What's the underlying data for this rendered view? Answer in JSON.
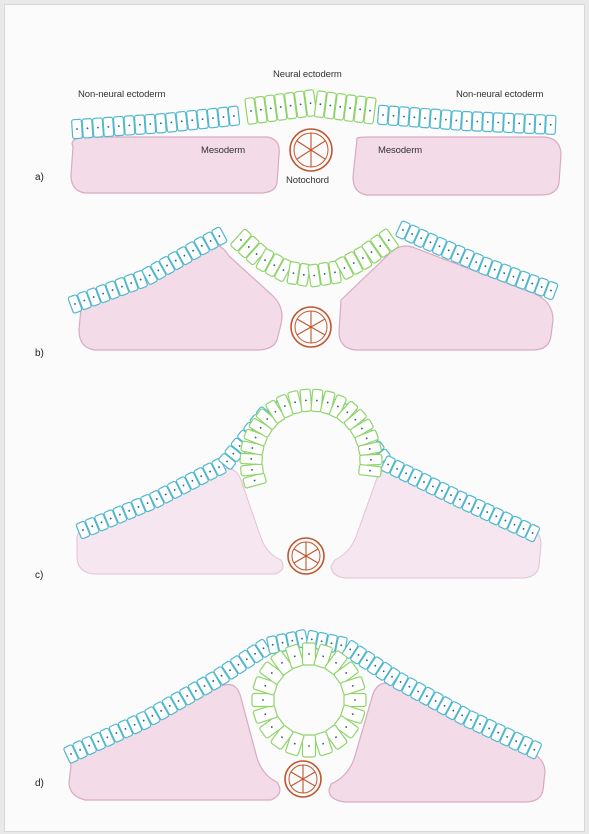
{
  "panels": [
    {
      "id": "a",
      "label": "a)"
    },
    {
      "id": "b",
      "label": "b)"
    },
    {
      "id": "c",
      "label": "c)"
    },
    {
      "id": "d",
      "label": "d)"
    }
  ],
  "labels": {
    "neural_ectoderm": "Neural ectoderm",
    "non_neural_left": "Non-neural ectoderm",
    "non_neural_right": "Non-neural ectoderm",
    "mesoderm_left": "Mesoderm",
    "mesoderm_right": "Mesoderm",
    "notochord": "Notochord"
  },
  "colors": {
    "non_neural_ectoderm": "#4fb8cf",
    "neural_ectoderm": "#8fd46a",
    "mesoderm_fill": "#f3dbe8",
    "mesoderm_stroke": "#d9aac4",
    "notochord": "#c0562e",
    "nucleus": "#2a5c8a"
  }
}
